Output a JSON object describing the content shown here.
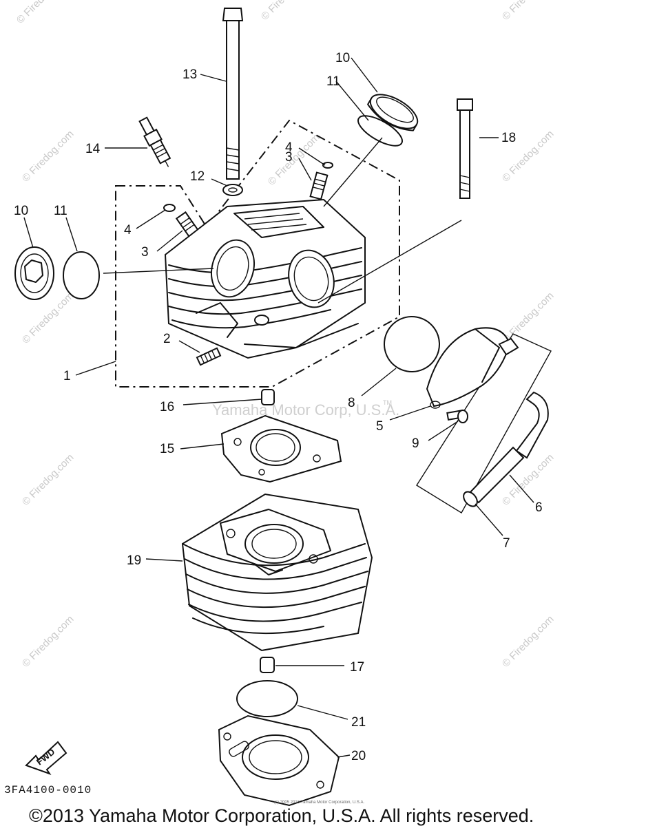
{
  "callouts": {
    "p1": "1",
    "p2": "2",
    "p3a": "3",
    "p3b": "3",
    "p4a": "4",
    "p4b": "4",
    "p5": "5",
    "p6": "6",
    "p7": "7",
    "p8": "8",
    "p9": "9",
    "p10a": "10",
    "p10b": "10",
    "p11a": "11",
    "p11b": "11",
    "p12": "12",
    "p13": "13",
    "p14": "14",
    "p15": "15",
    "p16": "16",
    "p17": "17",
    "p18": "18",
    "p19": "19",
    "p20": "20",
    "p21": "21"
  },
  "fwd_label": "FWD",
  "diagram_code": "3FA4100-0010",
  "watermark": {
    "center": "Yamaha Motor Corp, U.S.A.",
    "tm": "TM",
    "site": "© Firedog.com"
  },
  "fine_print": "(c) 2005 2016 Yamaha Motor Corporation, U.S.A.",
  "copyright": "©2013 Yamaha Motor Corporation, U.S.A. All rights reserved."
}
